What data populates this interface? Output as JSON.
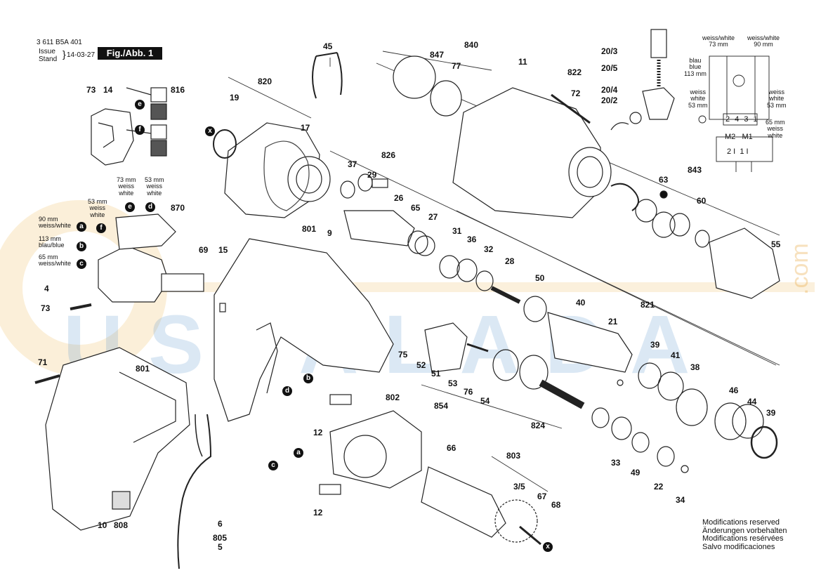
{
  "header": {
    "doc_number": "3 611 B5A 401",
    "issue_label": "Issue",
    "stand_label": "Stand",
    "date": "14-03-27",
    "figure_label": "Fig./Abb. 1"
  },
  "watermark": {
    "text": "USTALADA",
    "suffix": ".com"
  },
  "part_labels": [
    "73",
    "14",
    "816",
    "45",
    "820",
    "19",
    "17",
    "847",
    "840",
    "77",
    "11",
    "822",
    "20/3",
    "20/5",
    "20/4",
    "20/2",
    "72",
    "37",
    "29",
    "826",
    "26",
    "65",
    "27",
    "63",
    "843",
    "60",
    "55",
    "801",
    "9",
    "31",
    "36",
    "32",
    "28",
    "50",
    "40",
    "821",
    "39",
    "41",
    "38",
    "69",
    "15",
    "870",
    "4",
    "73",
    "71",
    "801",
    "802",
    "12",
    "12",
    "75",
    "52",
    "51",
    "53",
    "76",
    "54",
    "854",
    "824",
    "46",
    "44",
    "39",
    "66",
    "803",
    "3/5",
    "67",
    "68",
    "33",
    "49",
    "22",
    "34",
    "10",
    "808",
    "6",
    "805",
    "5",
    "21"
  ],
  "callouts": {
    "wire_73mm": [
      "73 mm",
      "weiss",
      "white"
    ],
    "wire_53mm_top": [
      "53 mm",
      "weiss",
      "white"
    ],
    "wire_53mm_left": [
      "53 mm",
      "weiss",
      "white"
    ],
    "wire_90mm": [
      "90 mm",
      "weiss/white"
    ],
    "wire_113mm": [
      "113 mm",
      "blau/blue"
    ],
    "wire_65mm": [
      "65 mm",
      "weiss/white"
    ],
    "letters": [
      "a",
      "b",
      "c",
      "d",
      "e",
      "f",
      "x"
    ]
  },
  "schematic": {
    "top_left": [
      "weiss/white",
      "73 mm"
    ],
    "top_right": [
      "weiss/white",
      "90 mm"
    ],
    "left_blue": [
      "blau",
      "blue",
      "113 mm"
    ],
    "left_white": [
      "weiss",
      "white",
      "53 mm"
    ],
    "right_white": [
      "weiss",
      "white",
      "53 mm"
    ],
    "right_65": [
      "65 mm",
      "weiss",
      "white"
    ],
    "terminals": "2 4 3 1",
    "motors": "M2   M1",
    "bottom": "2 I  1 I"
  },
  "footer_note": [
    "Modifications reserved",
    "Änderungen vorbehalten",
    "Modifications resérvées",
    "Salvo modificaciones"
  ]
}
